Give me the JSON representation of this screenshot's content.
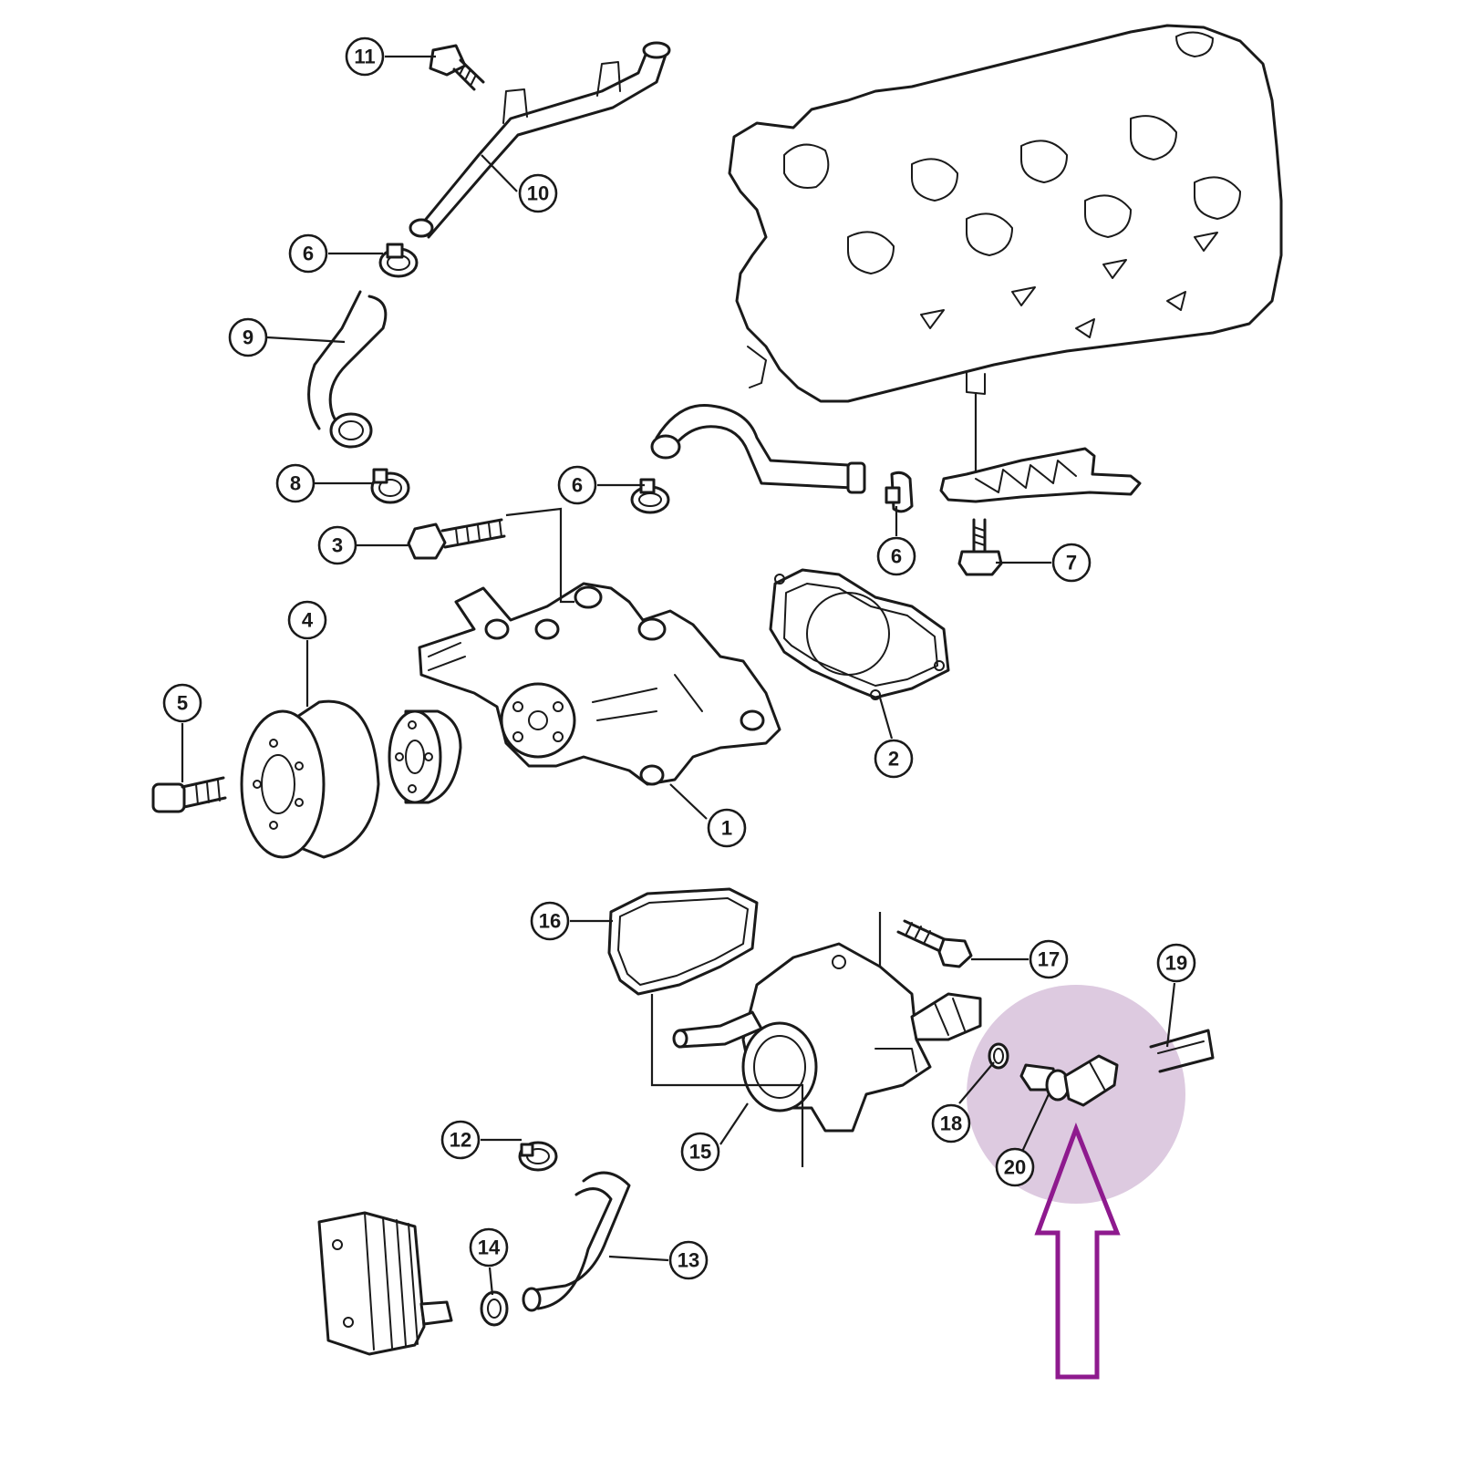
{
  "callouts": [
    {
      "id": "1",
      "label": "1"
    },
    {
      "id": "2",
      "label": "2"
    },
    {
      "id": "3",
      "label": "3"
    },
    {
      "id": "4",
      "label": "4"
    },
    {
      "id": "5",
      "label": "5"
    },
    {
      "id": "6a",
      "label": "6"
    },
    {
      "id": "6b",
      "label": "6"
    },
    {
      "id": "6c",
      "label": "6"
    },
    {
      "id": "7",
      "label": "7"
    },
    {
      "id": "8",
      "label": "8"
    },
    {
      "id": "9",
      "label": "9"
    },
    {
      "id": "10",
      "label": "10"
    },
    {
      "id": "11",
      "label": "11"
    },
    {
      "id": "12",
      "label": "12"
    },
    {
      "id": "13",
      "label": "13"
    },
    {
      "id": "14",
      "label": "14"
    },
    {
      "id": "15",
      "label": "15"
    },
    {
      "id": "16",
      "label": "16"
    },
    {
      "id": "17",
      "label": "17"
    },
    {
      "id": "18",
      "label": "18"
    },
    {
      "id": "19",
      "label": "19"
    },
    {
      "id": "20",
      "label": "20"
    }
  ],
  "highlight": {
    "target_part": "20",
    "circle_color": "#d9c4dd",
    "arrow_color": "#8e1a8e"
  }
}
